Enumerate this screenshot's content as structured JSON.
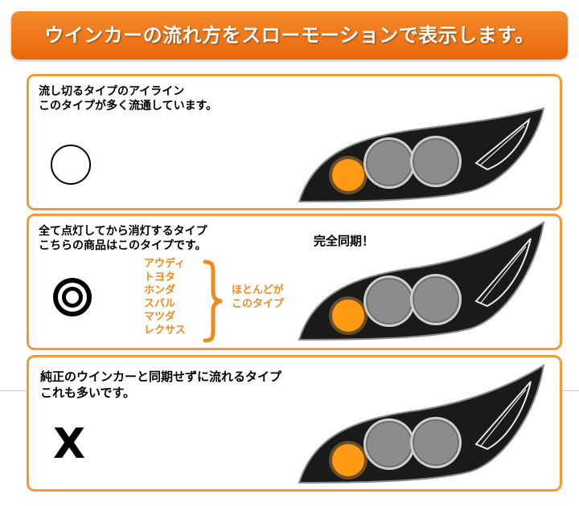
{
  "banner": {
    "title": "ウインカーの流れ方をスローモーションで表示します。"
  },
  "panels": [
    {
      "line1": "流し切るタイプのアイライン",
      "line2": "このタイプが多く流通しています。",
      "symbol": "○"
    },
    {
      "line1": "全て点灯してから消灯するタイプ",
      "line2": "こちらの商品はこのタイプです。",
      "symbol": "◎",
      "brands": [
        "アウディ",
        "トヨタ",
        "ホンダ",
        "スバル",
        "マツダ",
        "レクサス"
      ],
      "mostly_line1": "ほとんどが",
      "mostly_line2": "このタイプ",
      "sync_label": "完全同期！"
    },
    {
      "line1": "純正のウインカーと同期せずに流れるタイプ",
      "line2": "これも多いです。",
      "symbol": "X"
    }
  ],
  "colors": {
    "accent": "#f08a1c",
    "banner": "#ee7615",
    "panel_border": "#f39a3a",
    "lamp_body": "#1a1a1a",
    "projector": "#8c8c8c",
    "amber_light": "#ff9a14"
  }
}
